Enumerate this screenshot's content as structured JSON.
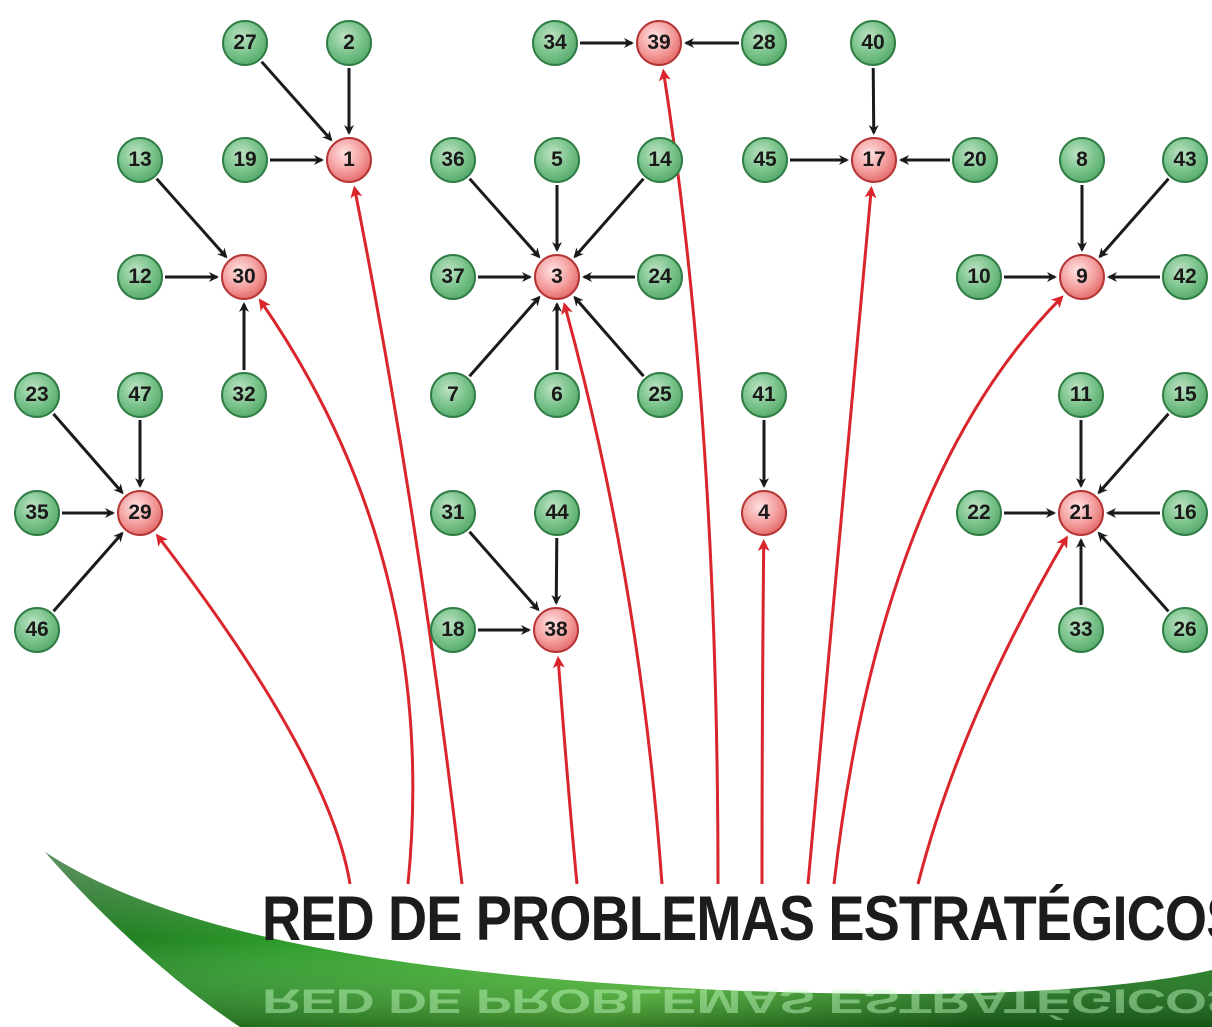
{
  "title": "RED DE PROBLEMAS ESTRATÉGICOS",
  "colors": {
    "strategic_node": "#e05a5a",
    "problem_node": "#4fa866",
    "strategic_arrow": "#d9252b",
    "problem_arrow": "#1a1a1a",
    "banner": "#2e9a2e"
  },
  "strategic_nodes": [
    "1",
    "3",
    "4",
    "9",
    "17",
    "21",
    "29",
    "30",
    "38",
    "39"
  ],
  "problem_nodes": [
    "2",
    "5",
    "6",
    "7",
    "8",
    "10",
    "11",
    "12",
    "13",
    "14",
    "15",
    "16",
    "18",
    "19",
    "20",
    "22",
    "23",
    "24",
    "25",
    "26",
    "27",
    "28",
    "31",
    "32",
    "33",
    "34",
    "35",
    "36",
    "37",
    "40",
    "41",
    "42",
    "43",
    "44",
    "45",
    "46",
    "47"
  ],
  "links": [
    {
      "from": "27",
      "to": "1"
    },
    {
      "from": "2",
      "to": "1"
    },
    {
      "from": "19",
      "to": "1"
    },
    {
      "from": "34",
      "to": "39"
    },
    {
      "from": "28",
      "to": "39"
    },
    {
      "from": "40",
      "to": "17"
    },
    {
      "from": "45",
      "to": "17"
    },
    {
      "from": "20",
      "to": "17"
    },
    {
      "from": "13",
      "to": "30"
    },
    {
      "from": "12",
      "to": "30"
    },
    {
      "from": "32",
      "to": "30"
    },
    {
      "from": "36",
      "to": "3"
    },
    {
      "from": "5",
      "to": "3"
    },
    {
      "from": "14",
      "to": "3"
    },
    {
      "from": "37",
      "to": "3"
    },
    {
      "from": "24",
      "to": "3"
    },
    {
      "from": "7",
      "to": "3"
    },
    {
      "from": "6",
      "to": "3"
    },
    {
      "from": "25",
      "to": "3"
    },
    {
      "from": "8",
      "to": "9"
    },
    {
      "from": "43",
      "to": "9"
    },
    {
      "from": "10",
      "to": "9"
    },
    {
      "from": "42",
      "to": "9"
    },
    {
      "from": "23",
      "to": "29"
    },
    {
      "from": "47",
      "to": "29"
    },
    {
      "from": "35",
      "to": "29"
    },
    {
      "from": "46",
      "to": "29"
    },
    {
      "from": "41",
      "to": "4"
    },
    {
      "from": "31",
      "to": "38"
    },
    {
      "from": "44",
      "to": "38"
    },
    {
      "from": "18",
      "to": "38"
    },
    {
      "from": "11",
      "to": "21"
    },
    {
      "from": "15",
      "to": "21"
    },
    {
      "from": "22",
      "to": "21"
    },
    {
      "from": "16",
      "to": "21"
    },
    {
      "from": "33",
      "to": "21"
    },
    {
      "from": "26",
      "to": "21"
    }
  ],
  "title_links_to": [
    "29",
    "30",
    "1",
    "38",
    "3",
    "39",
    "4",
    "17",
    "9",
    "21"
  ]
}
